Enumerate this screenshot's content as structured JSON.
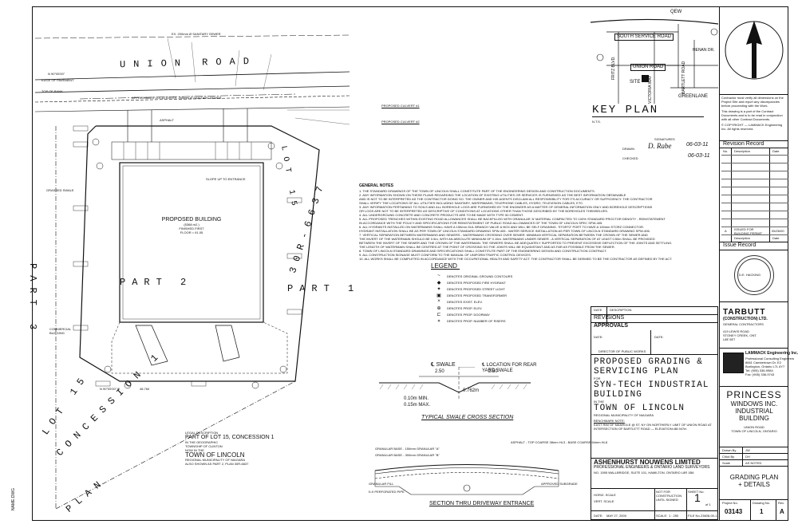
{
  "side_mark": "NAME.DWG",
  "plan": {
    "road": "UNION ROAD",
    "part1": "PART 1",
    "part2": "PART 2",
    "part3": "PART 3",
    "lot": "LOT 15",
    "concession": "CONCESSION 1",
    "plan": "PLAN",
    "ref_plan": "30R-6637",
    "building_label": "PROPOSED BUILDING",
    "building_sub1": "(5368 m2.)",
    "building_sub2": "FINISHED FIRST",
    "building_sub3": "FLOOR = 91.05",
    "slope": "SLOPE UP TO ENTRANCE",
    "commercial": "COMMERCIAL BUILDING",
    "swale": "GRASSED SWALE",
    "culvert1_title": "PROPOSED CULVERT #1",
    "culvert2_title": "PROPOSED CULVERT #2",
    "edge_pavement": "EDGE OF PAVEMENT",
    "top_bank": "TOP OF BANK",
    "asphalt": "ASPHALT",
    "approx_loc": "APPROXIMATE LOCATION EX. 200mm Ø SANITARY SEWER",
    "pipe_note": "EX. 200mm Ø SANITARY SEWER",
    "bearing_s": "N 90°05'00\" E",
    "bearing_n": "N 90°05'00\"",
    "dist": "48.760"
  },
  "notes": {
    "title": "GENERAL NOTES",
    "items": [
      "1. THE STANDARD DRAWINGS OF THE TOWN OF LINCOLN SHALL CONSTITUTE PART OF THE ENGINEERING DESIGN AND CONSTRUCTION DOCUMENTS.",
      "2. ANY INFORMATION SHOWN ON THESE PLANS REGARDING THE LOCATION OF EXISTING UTILITIES OR SERVICES IS FURNISHED AS THE BEST INFORMATION OBTAINABLE",
      "   AND IS NOT TO BE INTERPRETED AS THE CONTRACTOR DOING SO. THE OWNER AND HIS AGENTS DISCLAIM ALL RESPONSIBILITY FOR ITS ACCURACY OR SUFFICIENCY. THE CONTRACTOR",
      "   SHALL VERIFY THE LOCATIONS OF ALL UTILITIES INCLUDING SANITARY, WATERMAINS, TELEPHONE CABLES, HYDRO, TELEVISION CABLES, ETC.",
      "3. ANY INFORMATION PERTAINING TO SOILS AND ALL BOREHOLE LOGS ARE FURNISHED BY THE ENGINEER AS A MATTER OF GENERAL INFORMATION ONLY AND BOREHOLE DESCRIPTIONS",
      "   OR LOGS ARE NOT TO BE INTERPRETED AS DESCRIPTIVE OF CONDITIONS AT LOCATIONS OTHER THAN THOSE DESCRIBED BY THE BOREHOLES THEMSELVES.",
      "4. ALL UNDERGROUND CONCRETE AND CONCRETE PRODUCTS ARE TO BE MADE WITH TYPE 50 CEMENT.",
      "5. ALL PROPOSED TRENCHES WITHIN EXISTING ROAD ALLOWANCES SHALL BE BACKFILLED WITH GRANULAR 'A' MATERIAL COMPACTED TO 100% STANDARD PROCTOR DENSITY - REINSTATEMENT",
      "   IN ACCORDANCE WITH THE POLICY AND SPECIFICATIONS FOR REINSTATEMENT OF PUBLIC ROAD ALLOWANCES OF THE TOWN OF LINCOLN SPEC SPW-405.",
      "6. ALL HYDRANTS INSTALLED ON WATERMAINS SHALL HAVE A 150mm GUL BRANCH VALVE & BOX AND WILL BE SELF DRAINING. 'STORTZ' PORT TO HAVE A 100mm STORZ CONNECTOR.",
      "   HYDRANT INSTALLATION SHALL BE AS PER TOWN OF LINCOLN STANDARD DRAWING SPW-405 - WATER SERVICE INSTALLATION AS PER TOWN OF LINCOLN STANDARD DRAWING SPW-406.",
      "7. VERTICAL SEPARATION BETWEEN WATERMAINS AND SEWERS - WATERMAINS CROSSING OVER SEWER: MINIMUM VERTICAL SEPARATION BETWEEN THE CROWN OF THE SEWER AND",
      "   THE INVERT OF THE WATERMAIN SHOULD BE 0.5m, WITH AN ABSOLUTE MINIMUM OF 0.15m. WATERMAINS UNDER SEWER - A VERTICAL SEPARATION OF AT LEAST 0.50m SHALL BE PROVIDED",
      "   BETWEEN THE INVERT OF THE SEWER AND THE CROWN OF THE WATERMAIN. THE SEWERS SHALL BE ADEQUATELY SUPPORTED TO PREVENT EXCESSIVE DEFLECTION OF THE JOINTS AND SETTLING.",
      "   THE LENGTH OF WATERMAIN SHALL BE CENTRED AT THE POINT OF CROSSING SO THE JOINTS WILL BE EQUIDISTANT AND AS FAR AS POSSIBLE FROM THE SEWER.",
      "8. TOWN OF LINCOLN STANDARD DRAWINGS AND SPECIFICATIONS SHALL CONSTITUTE PART OF THE ENGINEERING DESIGN AND CONSTRUCTION CONTRACT.",
      "9. ALL CONSTRUCTION SIGNAGE MUST CONFORM TO THE MANUAL OF UNIFORM TRAFFIC CONTROL DEVICES.",
      "10. ALL WORKS SHALL BE COMPLETED IN ACCORDANCE WITH THE OCCUPATIONAL HEALTH AND SAFETY ACT. THE CONTRACTOR SHALL BE DEEMED TO BE THE CONTRACTOR AS DEFINED BY THE ACT."
    ]
  },
  "legend": {
    "title": "LEGEND",
    "items": [
      "DENOTES ORIGINAL GROUND CONTOURS",
      "DENOTES PROPOSED FIRE HYDRANT",
      "DENOTES PROPOSED STREET LIGHT",
      "DENOTES PROPOSED TRANSFORMER",
      "DENOTES EXIST. ELEV.",
      "DENOTES PROP. ELEV.",
      "DENOTES PROP. DOORWAY",
      "DENOTES PROP. NUMBER OF RISERS"
    ]
  },
  "swale_section": {
    "title": "TYPICAL SWALE CROSS SECTION",
    "label_swale": "℄ SWALE",
    "label_location": "℄ LOCATION FOR REAR YARD SWALE",
    "dim_top": "0.762m",
    "dim_left": "2.50",
    "dim_right": "2.50",
    "depth1": "0.10m MIN.",
    "depth2": "0.15m MAX."
  },
  "driveway_section": {
    "title": "SECTION THRU DRIVEWAY ENTRANCE",
    "asphalt": "ASPHALT - TOP COARSE 38mm HL3 - BASE COARSE 64mm HL8",
    "gran_base": "GRANULAR BASE - 150mm GRANULAR \"A\"",
    "gran_sub": "GRANULAR BASE - 300mm GRANULAR \"B\"",
    "fill": "GRANULAR FILL",
    "pipe": "ℓ=X PERFORATED PIPE",
    "subgrade": "APPROVED SUBGRADE"
  },
  "legal": {
    "title": "LEGAL DESCRIPTION",
    "line1": "PART OF LOT 15, CONCESSION 1",
    "line2": "IN THE GEOGRAPHIC",
    "line3": "TOWNSHIP OF CLINTON",
    "line4": "NOW IN THE",
    "line5": "TOWN OF LINCOLN",
    "line6": "REGIONAL MUNICIPALITY OF NIAGARA",
    "line7": "ALSO SHOWN AS PART 2, PLAN 30R-6637"
  },
  "approvals": {
    "revisions": "REVISIONS",
    "col_date": "DATE",
    "col_desc": "DESCRIPTION",
    "title": "APPROVALS",
    "date_label": "DATE:",
    "director": "DIRECTOR OF PUBLIC WORKS"
  },
  "project": {
    "line1": "PROPOSED GRADING &",
    "line2": "SERVICING PLAN",
    "for": "FOR",
    "line3": "SYN-TECH INDUSTRIAL",
    "line4": "BUILDING",
    "in": "IN THE",
    "line5": "TOWN OF LINCOLN",
    "line6": "REGIONAL MUNICIPALITY OF NIAGARA",
    "bench": "BENCHMARK NOTE:",
    "bench_text": "EAST RIM OF MANHOLE @ ST. NY ON NORTHERLY LIMIT OF UNION ROAD AT INTERSECTION OF BARTLETT ROAD — ELEVATION=88.947m"
  },
  "firm": {
    "name": "ASHENHURST NOUWENS LIMITED",
    "sub": "PROFESSIONAL ENGINEERS & ONTARIO LAND SURVEYORS",
    "addr": "NO. 1595 WALLBRIDGE, SUITE 101, HAMILTON, ONTARIO L8R 1B6",
    "not_for": "NOT FOR CONSTRUCTION UNTIL SIGNED",
    "scale_h": "HORIZ. SCALE",
    "scale_v": "VERT. SCALE",
    "sheet_label": "SHEET No.",
    "sheet_no": "1",
    "sheet_of": "of 1",
    "date_label": "DATE:",
    "date": "MAY 27, 2000",
    "scale_label": "SCALE:",
    "scale": "1 : 250",
    "file_label": "FILE No.",
    "file": "23608-00-1"
  },
  "key_plan": {
    "title": "KEY PLAN",
    "nts": "N.T.S.",
    "qew": "QEW",
    "service_rd": "SOUTH SERVICE ROAD",
    "union_rd": "UNION ROAD",
    "greenlane": "GREENLANE",
    "site": "SITE",
    "fritz": "FRITZ BLVD.",
    "victoria": "VICTORIA WAY",
    "bartlett": "BARTLETT ROAD",
    "henan": "HENAN DR."
  },
  "signatures": {
    "label": "SIGNATURES",
    "drawn": "DRAWN",
    "checked": "CHECKED",
    "date1": "06-03-11",
    "date2": "06-03-11"
  },
  "tb": {
    "notice1": "Contractor must verify all dimensions on the Project Site and report any discrepancies before proceeding with the Work.",
    "notice2": "This drawing is a part of the Contract Documents and is to be read in conjunction with all other Contract Documents.",
    "copyright": "© COPYRIGHT — LAMMACK Engineering Inc. All rights reserved.",
    "rev_title": "Revision Record",
    "no": "No.",
    "desc": "Description",
    "date": "Date",
    "rev_a": "A",
    "rev_a_desc": "ISSUED FOR BUILDING PERMIT",
    "rev_a_date": "05/26/00",
    "rev_b_desc": "Description",
    "rev_b_date": "Date",
    "issue": "Issue Record",
    "stamp": "D.E. HACKING",
    "client_name": "TARBUTT",
    "client_sub": "(CONSTRUCTION) LTD.",
    "client_sub2": "GENERAL CONTRACTORS",
    "client_addr": "419 LEWIS ROAD STONEY CREEK, ONT. L8E 5E7",
    "eng_name": "LAMMACK Engineering Inc.",
    "eng_sub": "Professional Consulting Engineers",
    "eng_addr": "8661 Cambertown Dr. E2 Burlington, Ontario L7L 6Y7",
    "eng_tel": "Tel: (905) 336-9984",
    "eng_fax": "Fax: (905) 336-9743",
    "project1": "PRINCESS",
    "project2": "WINDOWS INC.",
    "project3": "INDUSTRIAL",
    "project4": "BUILDING",
    "project_loc1": "UNION ROAD",
    "project_loc2": "TOWN OF LINCOLN, ONTARIO",
    "drawn_by": "Drawn By",
    "drawn_by_val": "JW",
    "chkd_by": "Chkd By",
    "chkd_by_val": "DH",
    "scale": "Scale",
    "scale_val": "AS NOTED",
    "sheet_title1": "GRADING PLAN",
    "sheet_title2": "+ DETAILS",
    "proj_no": "Project No.",
    "proj_no_val": "03143",
    "drawing_no": "Drawing No.",
    "drawing_no_val": "1",
    "rev": "Rev.",
    "rev_val": "A"
  }
}
